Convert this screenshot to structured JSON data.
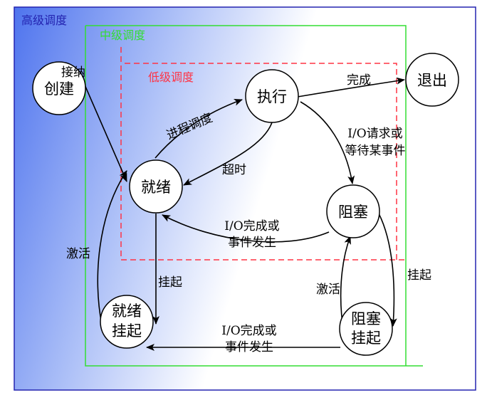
{
  "regions": {
    "high": "高级调度",
    "mid": "中级调度",
    "low": "低级调度"
  },
  "nodes": {
    "create": [
      "创建"
    ],
    "exit": [
      "退出"
    ],
    "run": [
      "执行"
    ],
    "ready": [
      "就绪"
    ],
    "blocked": [
      "阻塞"
    ],
    "ready_suspend": [
      "就绪",
      "挂起"
    ],
    "blocked_suspend": [
      "阻塞",
      "挂起"
    ]
  },
  "edges": {
    "admit": "接纳",
    "complete": "完成",
    "dispatch": "进程调度",
    "timeout": "超时",
    "io_wait": [
      "I/O请求或",
      "等待某事件"
    ],
    "io_done_ready": [
      "I/O完成或",
      "事件发生"
    ],
    "activate_left": "激活",
    "suspend_left": "挂起",
    "activate_right": "激活",
    "suspend_right": "挂起",
    "io_done_suspended": [
      "I/O完成或",
      "事件发生"
    ]
  },
  "colors": {
    "high": "#2323b0",
    "mid": "#33dd33",
    "low": "#ff3344",
    "gradient_start": "#5a7ff0",
    "gradient_end": "#ffffff"
  }
}
